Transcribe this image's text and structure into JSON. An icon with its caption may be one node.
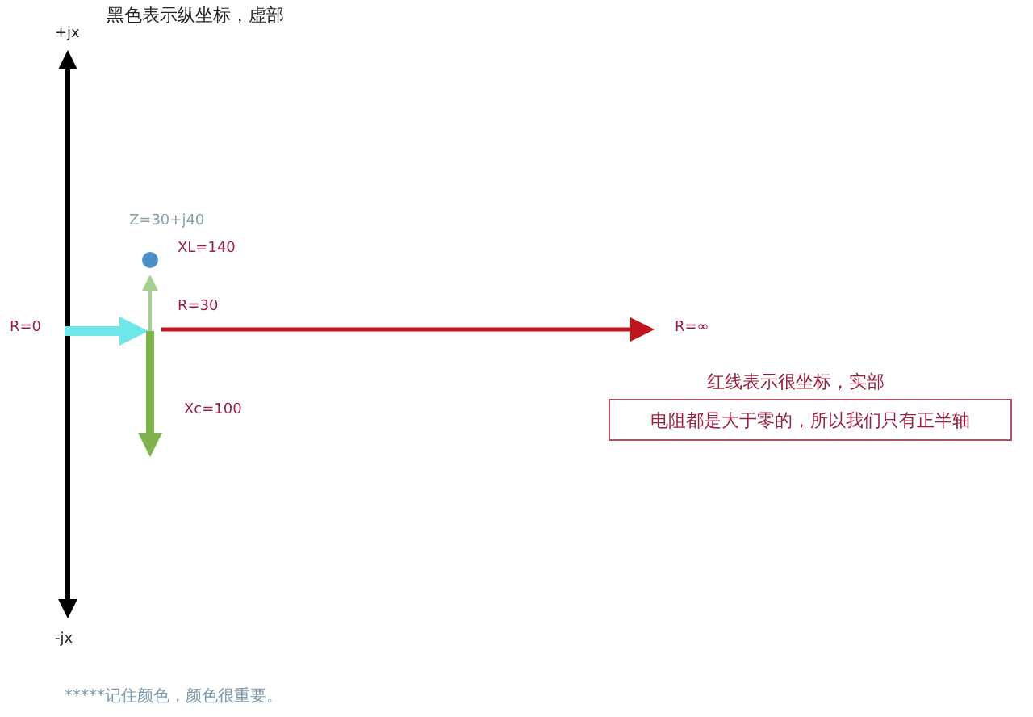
{
  "diagram": {
    "nodes": [
      {
        "text": [
          "电阻都是大于零的，所以我们只有正半轴"
        ]
      }
    ],
    "edges": [],
    "labels": [
      "黑色表示纵坐标，虚部",
      "+jx",
      "Z=30+j40",
      "XL=140",
      "R=30",
      "R=0",
      "R=∞",
      "Xc=100",
      "红线表示很坐标，实部",
      "-jx",
      "*****记住颜色，颜色很重要。"
    ]
  }
}
